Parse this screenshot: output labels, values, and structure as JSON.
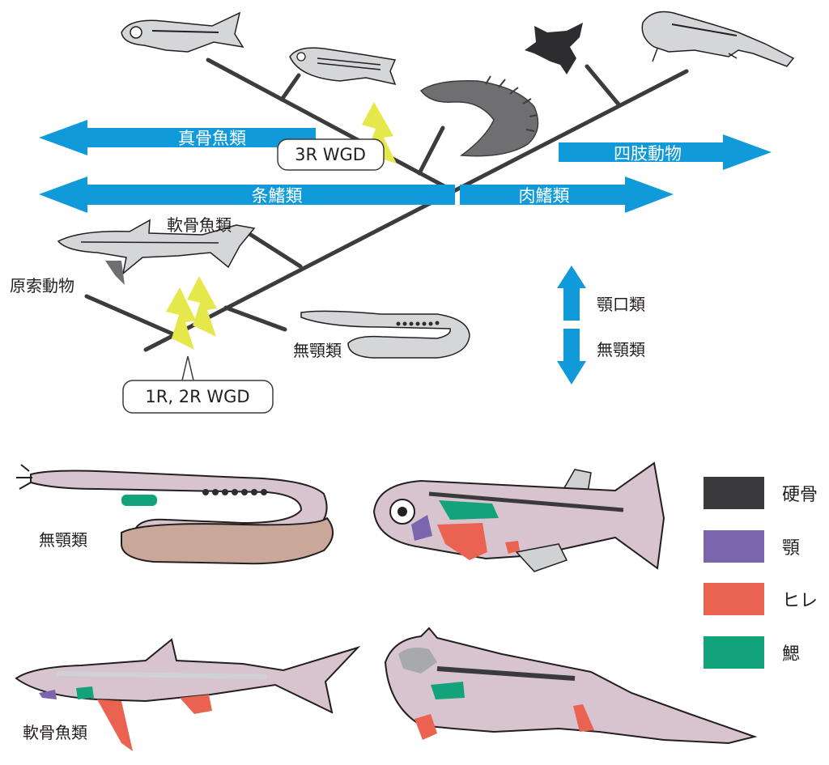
{
  "clade_arrows": {
    "teleosts": "真骨魚類",
    "ray_finned": "条鰭類",
    "lobe_finned": "肉鰭類",
    "tetrapods": "四肢動物"
  },
  "taxa": {
    "cartilaginous_fish": "軟骨魚類",
    "chordates": "原索動物",
    "jawless": "無顎類"
  },
  "wgd_events": {
    "third_round": "3R WGD",
    "first_second_round": "1R, 2R WGD"
  },
  "jaw_axis": {
    "up": "顎口類",
    "down": "無顎類"
  },
  "bottom_labels": {
    "lamprey": "無顎類",
    "shark": "軟骨魚類"
  },
  "legend": [
    {
      "label": "硬骨",
      "color": "#3a393b"
    },
    {
      "label": "顎",
      "color": "#7b66ad"
    },
    {
      "label": "ヒレ",
      "color": "#e96350"
    },
    {
      "label": "鰓",
      "color": "#12a37a"
    }
  ],
  "colors": {
    "arrow": "#119ad9",
    "branch": "#3d3b3e",
    "lightning": "#e5e84a",
    "body": "#d7c4cf",
    "body_grey": "#cfd1d3"
  }
}
